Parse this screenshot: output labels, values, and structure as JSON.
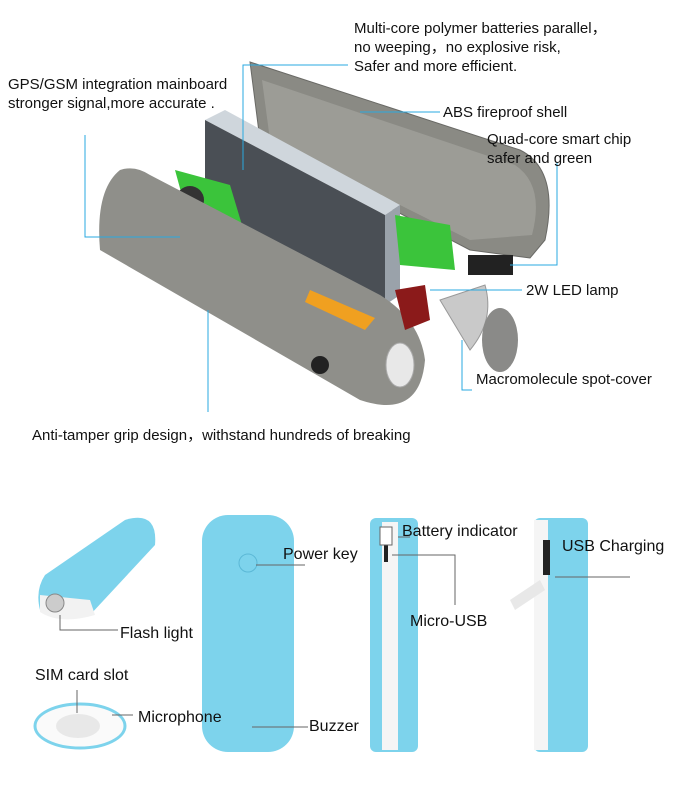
{
  "exploded_view": {
    "labels": {
      "batteries": [
        "Multi-core polymer batteries parallel，",
        "no weeping，no explosive risk,",
        "Safer and more efficient."
      ],
      "mainboard": [
        "GPS/GSM integration mainboard",
        "stronger signal,more accurate ."
      ],
      "shell": "ABS fireproof shell",
      "chip": [
        "Quad-core smart chip",
        "safer and green"
      ],
      "lamp": "2W LED lamp",
      "spot_cover": "Macromolecule spot-cover",
      "grip": "Anti-tamper grip design，withstand hundreds of breaking"
    }
  },
  "product_views": {
    "labels": {
      "power_key": "Power key",
      "battery_indicator": "Battery indicator",
      "usb_charging": "USB Charging",
      "flash_light": "Flash light",
      "micro_usb": "Micro-USB",
      "sim_slot": "SIM card slot",
      "microphone": "Microphone",
      "buzzer": "Buzzer"
    }
  },
  "colors": {
    "leader_blue": "#29a9e0",
    "device_blue": "#7dd3ec",
    "leader_gray": "#666666"
  }
}
